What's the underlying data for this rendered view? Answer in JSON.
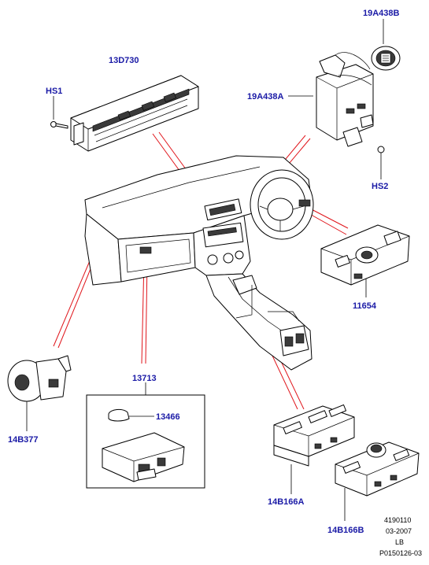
{
  "diagram": {
    "labels": {
      "p19A438B": "19A438B",
      "p13D730": "13D730",
      "pHS1": "HS1",
      "p19A438A": "19A438A",
      "pHS2": "HS2",
      "p11654": "11654",
      "p13713": "13713",
      "p13466": "13466",
      "p14B377": "14B377",
      "p14B166A": "14B166A",
      "p14B166B": "14B166B"
    },
    "footer": {
      "line1": "4190110",
      "line2": "03-2007",
      "line3": "LB",
      "line4": "P0150126-03"
    },
    "colors": {
      "label": "#1a1aa6",
      "callout_line": "#e0141a",
      "outline": "#000000"
    }
  }
}
